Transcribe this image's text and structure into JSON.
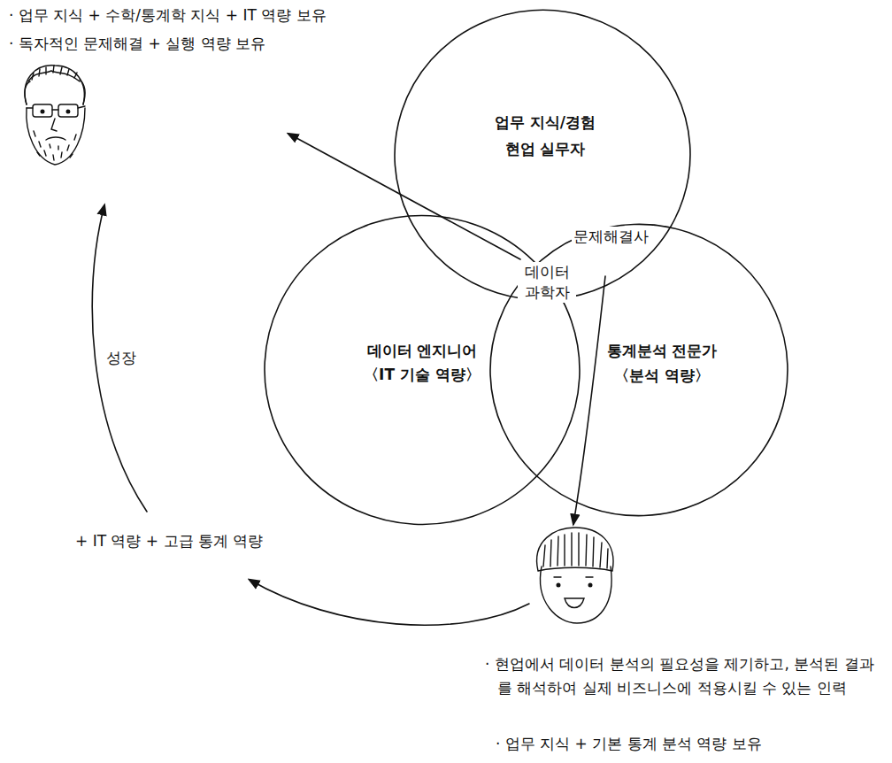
{
  "diagram": {
    "nodes": [
      {
        "text": [
          "업무 지식/경험",
          "현업 실무자"
        ]
      },
      {
        "text": [
          "데이터 엔지니어",
          "〈IT 기술 역량〉"
        ]
      },
      {
        "text": [
          "통계분석 전문가",
          "〈분석 역량〉"
        ]
      }
    ],
    "labels": [
      "· 업무 지식 + 수학/통계학 지식 + IT 역량 보유",
      "· 독자적인 문제해결 + 실행 역량 보유",
      "문제해결사",
      "데이터 과학자",
      "성장",
      "+ IT 역량 + 고급 통계 역량",
      "· 현업에서 데이터 분석의 필요성을 제기하고, 분석된 결과를 해석하여 실제 비즈니스에 적용시킬 수 있는 인력",
      "· 업무 지식 + 기본 통계 분석 역량 보유"
    ]
  }
}
